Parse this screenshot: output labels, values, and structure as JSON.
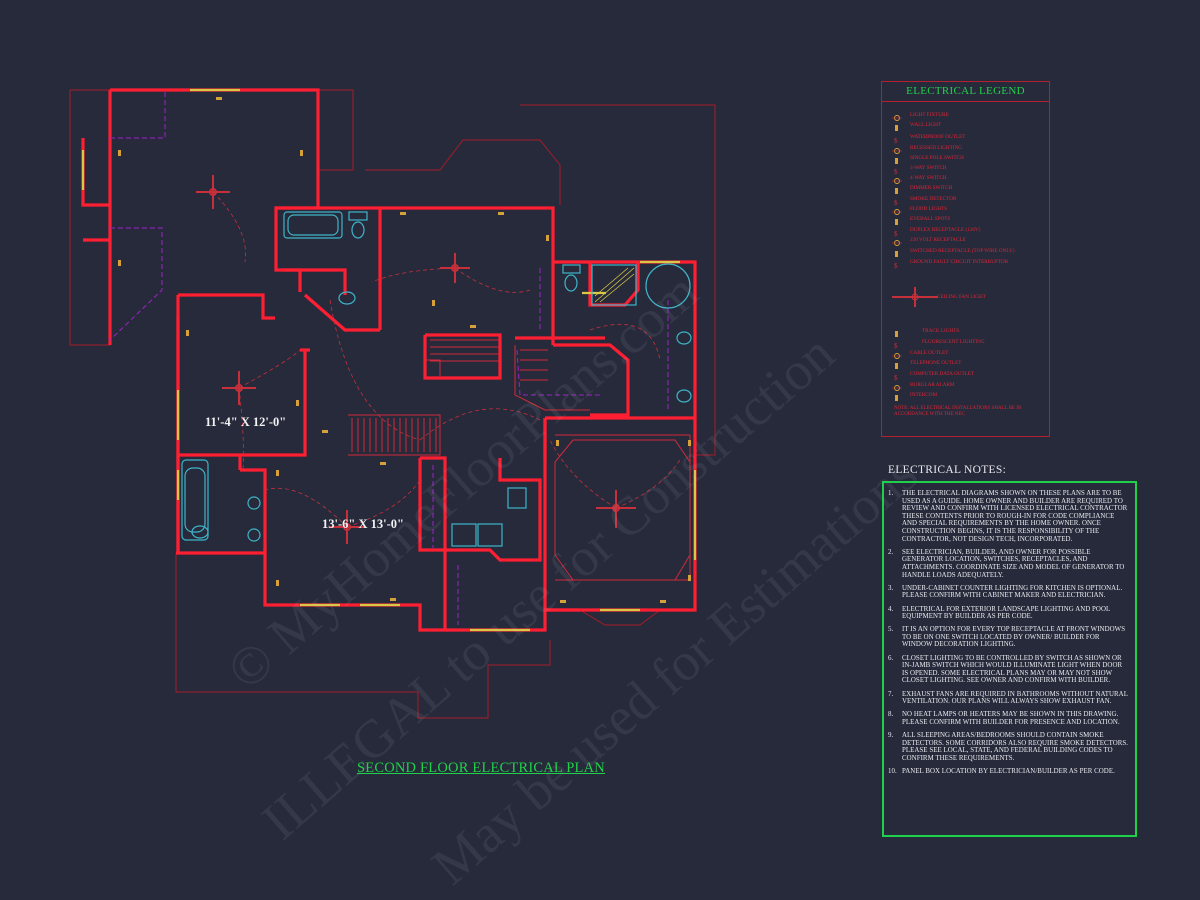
{
  "plan_title": "SECOND FLOOR ELECTRICAL PLAN",
  "room_dims": [
    "11'-4\" X 12'-0\"",
    "13'-6\" X 13'-0\""
  ],
  "legend": {
    "title": "ELECTRICAL LEGEND",
    "items": [
      {
        "label": "LIGHT FIXTURE",
        "icon": "light-fixture-icon"
      },
      {
        "label": "WALL LIGHT",
        "icon": "wall-light-icon"
      },
      {
        "label": "WATERPROOF OUTLET",
        "icon": "waterproof-outlet-icon"
      },
      {
        "label": "RECESSED LIGHTING",
        "icon": "recessed-light-icon"
      },
      {
        "label": "SINGLE POLE SWITCH",
        "icon": "switch-icon"
      },
      {
        "label": "3-WAY SWITCH",
        "icon": "three-way-switch-icon"
      },
      {
        "label": "4-WAY SWITCH",
        "icon": "four-way-switch-icon"
      },
      {
        "label": "DIMMER SWITCH",
        "icon": "dimmer-switch-icon"
      },
      {
        "label": "SMOKE DETECTOR",
        "icon": "smoke-detector-icon"
      },
      {
        "label": "FLOOD LIGHTS",
        "icon": "flood-light-icon"
      },
      {
        "label": "EYEBALL SPOTS",
        "icon": "eyeball-spot-icon"
      },
      {
        "label": "DUPLEX RECEPTACLE (120V)",
        "icon": "duplex-receptacle-icon"
      },
      {
        "label": "220 VOLT RECEPTACLE",
        "icon": "receptacle-220-icon"
      },
      {
        "label": "SWITCHED RECEPTACLE (TOP WIRE ONLY)",
        "icon": "switched-receptacle-icon"
      },
      {
        "label": "GROUND FAULT CIRCUIT INTERRUPTOR",
        "icon": "gfci-icon"
      },
      {
        "label": "CEILING FAN LIGHT",
        "icon": "ceiling-fan-icon"
      },
      {
        "label": "TRACK LIGHTS",
        "icon": "track-light-icon"
      },
      {
        "label": "FLUORESCENT LIGHTING",
        "icon": "fluorescent-icon"
      },
      {
        "label": "CABLE OUTLET",
        "icon": "cable-outlet-icon"
      },
      {
        "label": "TELEPHONE OUTLET",
        "icon": "telephone-outlet-icon"
      },
      {
        "label": "COMPUTER DATA OUTLET",
        "icon": "data-outlet-icon"
      },
      {
        "label": "BURGLAR ALARM",
        "icon": "burglar-alarm-icon"
      },
      {
        "label": "INTERCOM",
        "icon": "intercom-icon"
      }
    ],
    "note": "NOTE:  ALL ELECTRICAL INSTALLATIONS SHALL BE IN ACCORDANCE WITH THE NEC"
  },
  "notes": {
    "heading": "ELECTRICAL NOTES:",
    "items": [
      {
        "num": "1.",
        "text": "THE ELECTRICAL DIAGRAMS SHOWN ON THESE PLANS ARE TO BE USED AS A GUIDE. HOME OWNER AND BUILDER ARE REQUIRED TO REVIEW AND CONFIRM WITH LICENSED ELECTRICAL CONTRACTOR THESE CONTENTS PRIOR TO ROUGH-IN FOR CODE COMPLIANCE AND SPECIAL REQUIREMENTS BY THE HOME OWNER. ONCE CONSTRUCTION BEGINS, IT IS THE RESPONSIBILITY OF THE CONTRACTOR, NOT DESIGN TECH, INCORPORATED."
      },
      {
        "num": "2.",
        "text": "SEE ELECTRICIAN, BUILDER, AND OWNER FOR POSSIBLE GENERATOR LOCATION, SWITCHES, RECEPTACLES, AND ATTACHMENTS. COORDINATE SIZE AND MODEL OF GENERATOR TO HANDLE LOADS ADEQUATELY."
      },
      {
        "num": "3.",
        "text": "UNDER-CABINET COUNTER LIGHTING FOR KITCHEN IS OPTIONAL. PLEASE CONFIRM WITH CABINET MAKER AND ELECTRICIAN."
      },
      {
        "num": "4.",
        "text": "ELECTRICAL FOR EXTERIOR LANDSCAPE LIGHTING AND POOL EQUIPMENT BY BUILDER AS PER CODE."
      },
      {
        "num": "5.",
        "text": "IT IS AN OPTION FOR EVERY TOP RECEPTACLE AT FRONT WINDOWS TO BE ON ONE SWITCH LOCATED BY OWNER/ BUILDER FOR WINDOW DECORATION LIGHTING."
      },
      {
        "num": "6.",
        "text": "CLOSET LIGHTING TO BE CONTROLLED BY SWITCH AS SHOWN OR IN-JAMB SWITCH WHICH WOULD ILLUMINATE LIGHT WHEN DOOR IS OPENED. SOME ELECTRICAL PLANS MAY OR MAY NOT SHOW CLOSET LIGHTING. SEE OWNER AND CONFIRM WITH BUILDER."
      },
      {
        "num": "7.",
        "text": "EXHAUST FANS ARE REQUIRED IN BATHROOMS WITHOUT NATURAL VENTILATION. OUR PLANS WILL ALWAYS SHOW EXHAUST FAN."
      },
      {
        "num": "8.",
        "text": "NO HEAT LAMPS OR HEATERS MAY BE SHOWN IN THIS DRAWING. PLEASE CONFIRM WITH BUILDER FOR PRESENCE AND LOCATION."
      },
      {
        "num": "9.",
        "text": "ALL SLEEPING AREAS/BEDROOMS SHOULD CONTAIN SMOKE DETECTORS. SOME CORRIDORS ALSO REQUIRE SMOKE DETECTORS. PLEASE SEE LOCAL, STATE, AND FEDERAL BUILDING CODES TO CONFIRM THESE REQUIREMENTS."
      },
      {
        "num": "10.",
        "text": "PANEL BOX LOCATION BY ELECTRICIAN/BUILDER AS PER CODE."
      }
    ]
  },
  "watermarks": [
    "© MyHomeFloorPlans.com",
    "ILLEGAL to use for Construction",
    "May be used for Estimations"
  ],
  "colors": {
    "background": "#262a3b",
    "wall": "#ff1f33",
    "legend_text": "#e02535",
    "heading_green": "#22d14a",
    "notes_border": "#1fd14a",
    "fixture": "#c7303a",
    "dashed_closet": "#a020c8",
    "window": "#d8c845",
    "fixture_cyan": "#3fb4c8"
  }
}
